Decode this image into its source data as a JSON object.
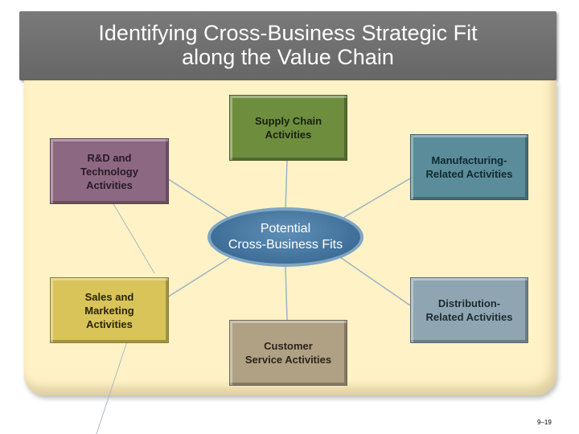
{
  "title": {
    "line1": "Identifying Cross-Business Strategic Fit",
    "line2": "along the Value Chain"
  },
  "center": {
    "line1": "Potential",
    "line2": "Cross-Business Fits"
  },
  "boxes": {
    "supply_chain": "Supply Chain\nActivities",
    "rnd": "R&D and\nTechnology\nActivities",
    "manufacturing": "Manufacturing-\nRelated Activities",
    "sales": "Sales and\nMarketing\nActivities",
    "distribution": "Distribution-\nRelated Activities",
    "customer_service": "Customer\nService Activities"
  },
  "colors": {
    "supply_chain": "#6e8e3e",
    "rnd": "#8d6882",
    "manufacturing": "#5a8c9a",
    "sales": "#d9c45a",
    "distribution": "#8fa6b2",
    "customer_service": "#b0a185",
    "center": "#3f6f98",
    "panel": "#fff2c6",
    "title_bar": "#6e6e6e"
  },
  "page_number": "9–19"
}
